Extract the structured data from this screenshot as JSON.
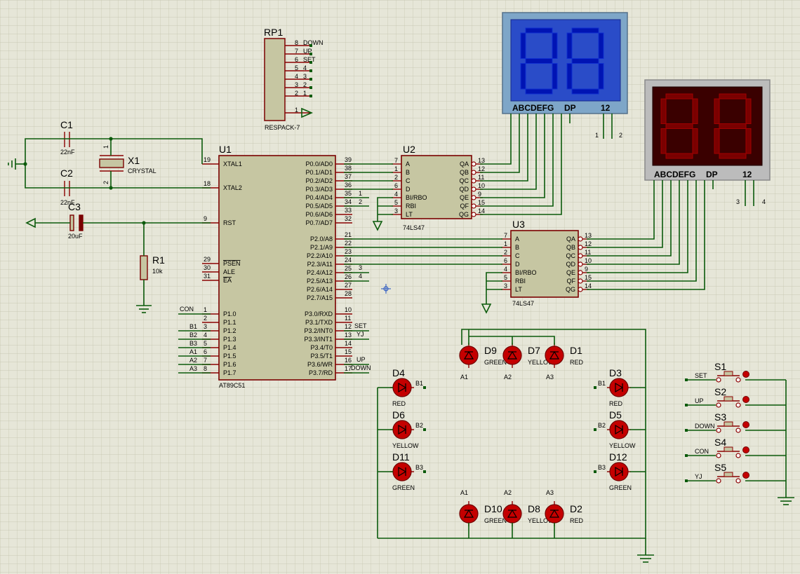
{
  "mcu": {
    "ref": "U1",
    "part": "AT89C51",
    "left_pins": [
      {
        "num": "19",
        "name": "XTAL1"
      },
      {
        "num": "18",
        "name": "XTAL2"
      },
      {
        "num": "9",
        "name": "RST"
      },
      {
        "num": "29",
        "name": "PSEN"
      },
      {
        "num": "30",
        "name": "ALE"
      },
      {
        "num": "31",
        "name": "EA"
      },
      {
        "num": "1",
        "name": "P1.0"
      },
      {
        "num": "2",
        "name": "P1.1"
      },
      {
        "num": "3",
        "name": "P1.2"
      },
      {
        "num": "4",
        "name": "P1.3"
      },
      {
        "num": "5",
        "name": "P1.4"
      },
      {
        "num": "6",
        "name": "P1.5"
      },
      {
        "num": "7",
        "name": "P1.6"
      },
      {
        "num": "8",
        "name": "P1.7"
      }
    ],
    "right_pins": [
      {
        "num": "39",
        "name": "P0.0/AD0"
      },
      {
        "num": "38",
        "name": "P0.1/AD1"
      },
      {
        "num": "37",
        "name": "P0.2/AD2"
      },
      {
        "num": "36",
        "name": "P0.3/AD3"
      },
      {
        "num": "35",
        "name": "P0.4/AD4"
      },
      {
        "num": "34",
        "name": "P0.5/AD5"
      },
      {
        "num": "33",
        "name": "P0.6/AD6"
      },
      {
        "num": "32",
        "name": "P0.7/AD7"
      },
      {
        "num": "21",
        "name": "P2.0/A8"
      },
      {
        "num": "22",
        "name": "P2.1/A9"
      },
      {
        "num": "23",
        "name": "P2.2/A10"
      },
      {
        "num": "24",
        "name": "P2.3/A11"
      },
      {
        "num": "25",
        "name": "P2.4/A12"
      },
      {
        "num": "26",
        "name": "P2.5/A13"
      },
      {
        "num": "27",
        "name": "P2.6/A14"
      },
      {
        "num": "28",
        "name": "P2.7/A15"
      },
      {
        "num": "10",
        "name": "P3.0/RXD"
      },
      {
        "num": "11",
        "name": "P3.1/TXD"
      },
      {
        "num": "12",
        "name": "P3.2/INT0"
      },
      {
        "num": "13",
        "name": "P3.3/INT1"
      },
      {
        "num": "14",
        "name": "P3.4/T0"
      },
      {
        "num": "15",
        "name": "P3.5/T1"
      },
      {
        "num": "16",
        "name": "P3.6/WR"
      },
      {
        "num": "17",
        "name": "P3.7/RD"
      }
    ],
    "p1_net_labels": [
      "CON",
      "",
      "B1",
      "B2",
      "B3",
      "A1",
      "A2",
      "A3"
    ],
    "p0_net_labels": [
      "1",
      "2"
    ],
    "p2_net_labels": [
      "3",
      "4"
    ],
    "p3_net_labels": [
      "SET",
      "YJ",
      "UP",
      "DOWN"
    ]
  },
  "decoders": [
    {
      "ref": "U2",
      "part": "74LS47",
      "inputs": [
        {
          "num": "7",
          "name": "A"
        },
        {
          "num": "1",
          "name": "B"
        },
        {
          "num": "2",
          "name": "C"
        },
        {
          "num": "6",
          "name": "D"
        },
        {
          "num": "4",
          "name": "BI/RBO"
        },
        {
          "num": "5",
          "name": "RBI"
        },
        {
          "num": "3",
          "name": "LT"
        }
      ],
      "outputs": [
        {
          "num": "13",
          "name": "QA"
        },
        {
          "num": "12",
          "name": "QB"
        },
        {
          "num": "11",
          "name": "QC"
        },
        {
          "num": "10",
          "name": "QD"
        },
        {
          "num": "9",
          "name": "QE"
        },
        {
          "num": "15",
          "name": "QF"
        },
        {
          "num": "14",
          "name": "QG"
        }
      ]
    },
    {
      "ref": "U3",
      "part": "74LS47",
      "inputs": [
        {
          "num": "7",
          "name": "A"
        },
        {
          "num": "1",
          "name": "B"
        },
        {
          "num": "2",
          "name": "C"
        },
        {
          "num": "6",
          "name": "D"
        },
        {
          "num": "4",
          "name": "BI/RBO"
        },
        {
          "num": "5",
          "name": "RBI"
        },
        {
          "num": "3",
          "name": "LT"
        }
      ],
      "outputs": [
        {
          "num": "13",
          "name": "QA"
        },
        {
          "num": "12",
          "name": "QB"
        },
        {
          "num": "11",
          "name": "QC"
        },
        {
          "num": "10",
          "name": "QD"
        },
        {
          "num": "9",
          "name": "QE"
        },
        {
          "num": "15",
          "name": "QF"
        },
        {
          "num": "14",
          "name": "QG"
        }
      ]
    }
  ],
  "displays": [
    {
      "segments_label": "ABCDEFG",
      "dp_label": "DP",
      "digits_label": "12",
      "pins": [
        "1",
        "2"
      ],
      "color": "#0014b4"
    },
    {
      "segments_label": "ABCDEFG",
      "dp_label": "DP",
      "digits_label": "12",
      "pins": [
        "3",
        "4"
      ],
      "color": "#7a0000"
    }
  ],
  "respack": {
    "ref": "RP1",
    "part": "RESPACK-7",
    "pins": [
      {
        "num": "8",
        "label": "DOWN"
      },
      {
        "num": "7",
        "label": "UP"
      },
      {
        "num": "6",
        "label": "SET"
      },
      {
        "num": "5",
        "label": "4"
      },
      {
        "num": "4",
        "label": "3"
      },
      {
        "num": "3",
        "label": "2"
      },
      {
        "num": "2",
        "label": "1"
      },
      {
        "num": "1",
        "label": ""
      }
    ]
  },
  "passives": {
    "c1": {
      "ref": "C1",
      "value": "22nF"
    },
    "c2": {
      "ref": "C2",
      "value": "22nF"
    },
    "c3": {
      "ref": "C3",
      "value": "20uF"
    },
    "r1": {
      "ref": "R1",
      "value": "10k"
    },
    "x1": {
      "ref": "X1",
      "value": "CRYSTAL",
      "pin1": "1",
      "pin2": "2"
    }
  },
  "leds": [
    {
      "ref": "D9",
      "color_label": "GREEN",
      "net": "A1"
    },
    {
      "ref": "D7",
      "color_label": "YELLOW",
      "net": "A2"
    },
    {
      "ref": "D1",
      "color_label": "RED",
      "net": "A3"
    },
    {
      "ref": "D4",
      "color_label": "RED",
      "net": "B1"
    },
    {
      "ref": "D6",
      "color_label": "YELLOW",
      "net": "B2"
    },
    {
      "ref": "D11",
      "color_label": "GREEN",
      "net": "B3"
    },
    {
      "ref": "D3",
      "color_label": "RED",
      "net": "B1"
    },
    {
      "ref": "D5",
      "color_label": "YELLOW",
      "net": "B2"
    },
    {
      "ref": "D12",
      "color_label": "GREEN",
      "net": "B3"
    },
    {
      "ref": "D10",
      "color_label": "GREEN",
      "net": "A1"
    },
    {
      "ref": "D8",
      "color_label": "YELLOW",
      "net": "A2"
    },
    {
      "ref": "D2",
      "color_label": "RED",
      "net": "A3"
    }
  ],
  "switches": [
    {
      "ref": "S1",
      "net": "SET"
    },
    {
      "ref": "S2",
      "net": "UP"
    },
    {
      "ref": "S3",
      "net": "DOWN"
    },
    {
      "ref": "S4",
      "net": "CON"
    },
    {
      "ref": "S5",
      "net": "YJ"
    }
  ]
}
